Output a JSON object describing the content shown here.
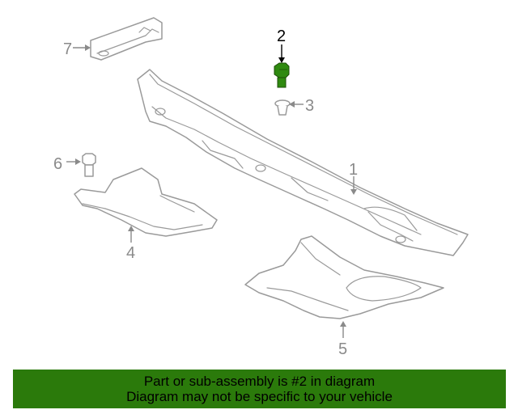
{
  "diagram": {
    "callouts": [
      {
        "id": "1",
        "label": "1"
      },
      {
        "id": "2",
        "label": "2"
      },
      {
        "id": "3",
        "label": "3"
      },
      {
        "id": "4",
        "label": "4"
      },
      {
        "id": "5",
        "label": "5"
      },
      {
        "id": "6",
        "label": "6"
      },
      {
        "id": "7",
        "label": "7"
      }
    ],
    "highlight_part": "2",
    "colors": {
      "highlight": "#2f8a10",
      "line": "#9a9a9a",
      "label": "#8a8a8a"
    }
  },
  "banner": {
    "line1": "Part or sub-assembly is #2 in diagram",
    "line2": "Diagram may not be specific to your vehicle",
    "background": "#2b7a0b"
  }
}
